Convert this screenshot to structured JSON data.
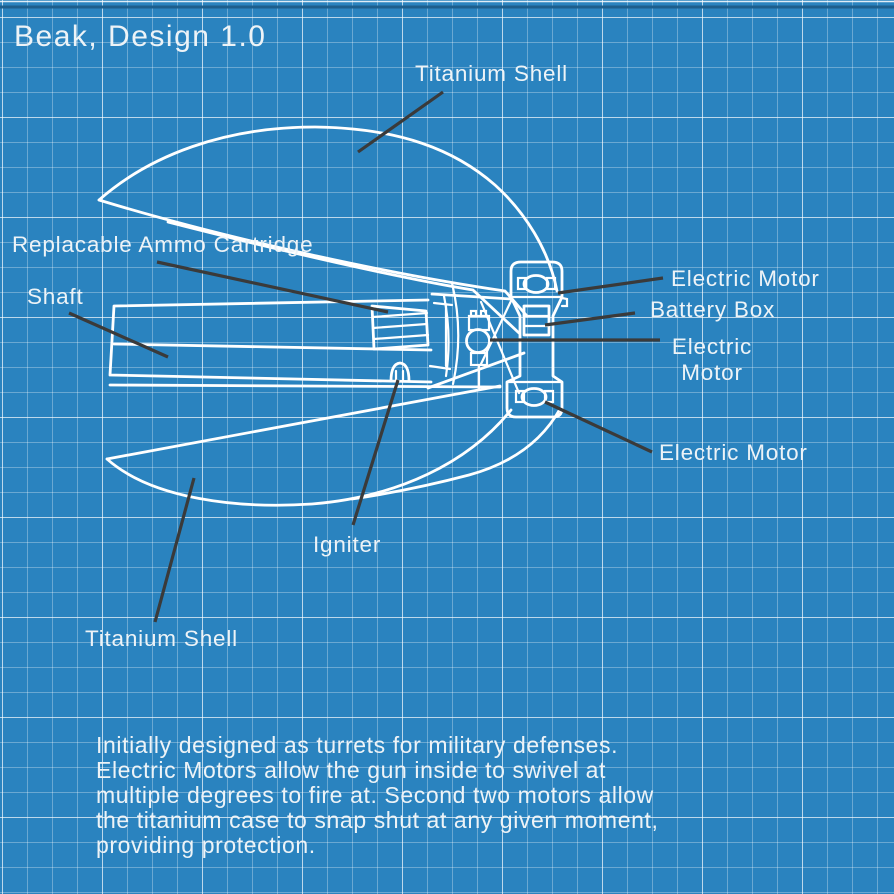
{
  "title": "Beak, Design 1.0",
  "labels": {
    "titanium_shell_top": "Titanium Shell",
    "ammo_cartridge": "Replacable Ammo Cartridge",
    "shaft": "Shaft",
    "electric_motor_top": "Electric Motor",
    "battery_box": "Battery Box",
    "electric_motor_center": "Electric Motor",
    "electric_motor_bottom": "Electric Motor",
    "igniter": "Igniter",
    "titanium_shell_bottom": "Titanium Shell"
  },
  "description": "Initially designed as turrets for military defenses.\nElectric Motors allow the gun inside to swivel at\nmultiple degrees to fire at. Second two motors allow\nthe titanium case to snap shut at any given moment,\nproviding protection.",
  "parts": [
    "Titanium Shell (upper)",
    "Titanium Shell (lower)",
    "Replacable Ammo Cartridge",
    "Shaft",
    "Igniter",
    "Battery Box",
    "Electric Motor (hinge top)",
    "Electric Motor (swivel)",
    "Electric Motor (hinge bottom)"
  ],
  "colors": {
    "background": "#2a83bf",
    "drawing": "#ffffff",
    "pointer": "#3a3a3a",
    "text": "#edf3f7"
  }
}
